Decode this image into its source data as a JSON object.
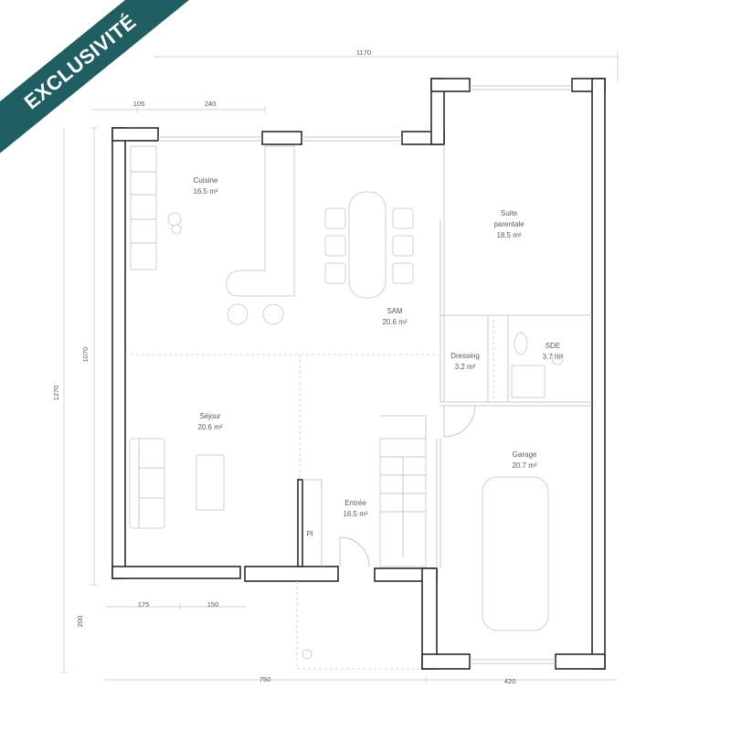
{
  "badge": {
    "text": "EXCLUSIVITÉ",
    "color": "#1f5e61"
  },
  "rooms": {
    "cuisine": {
      "name": "Cuisine",
      "area": "16.5 m²"
    },
    "sam": {
      "name": "SAM",
      "area": "20.6 m²"
    },
    "suite": {
      "name1": "Suite",
      "name2": "parentale",
      "area": "18.5 m²"
    },
    "dressing": {
      "name": "Dressing",
      "area": "3.2 m²"
    },
    "sde": {
      "name": "SDE",
      "area": "3.7 m²"
    },
    "sejour": {
      "name": "Séjour",
      "area": "20.6 m²"
    },
    "entree": {
      "name": "Entrée",
      "area": "16.5 m²"
    },
    "garage": {
      "name": "Garage",
      "area": "20.7 m²"
    },
    "placard": {
      "name": "Pl"
    }
  },
  "dimensions": {
    "top_total": "1170",
    "top_left_a": "105",
    "top_left_b": "240",
    "left_inner": "1070",
    "left_outer": "1270",
    "bottom_a": "175",
    "bottom_b": "150",
    "porch": "200",
    "bottom_left": "750",
    "bottom_right": "420"
  }
}
